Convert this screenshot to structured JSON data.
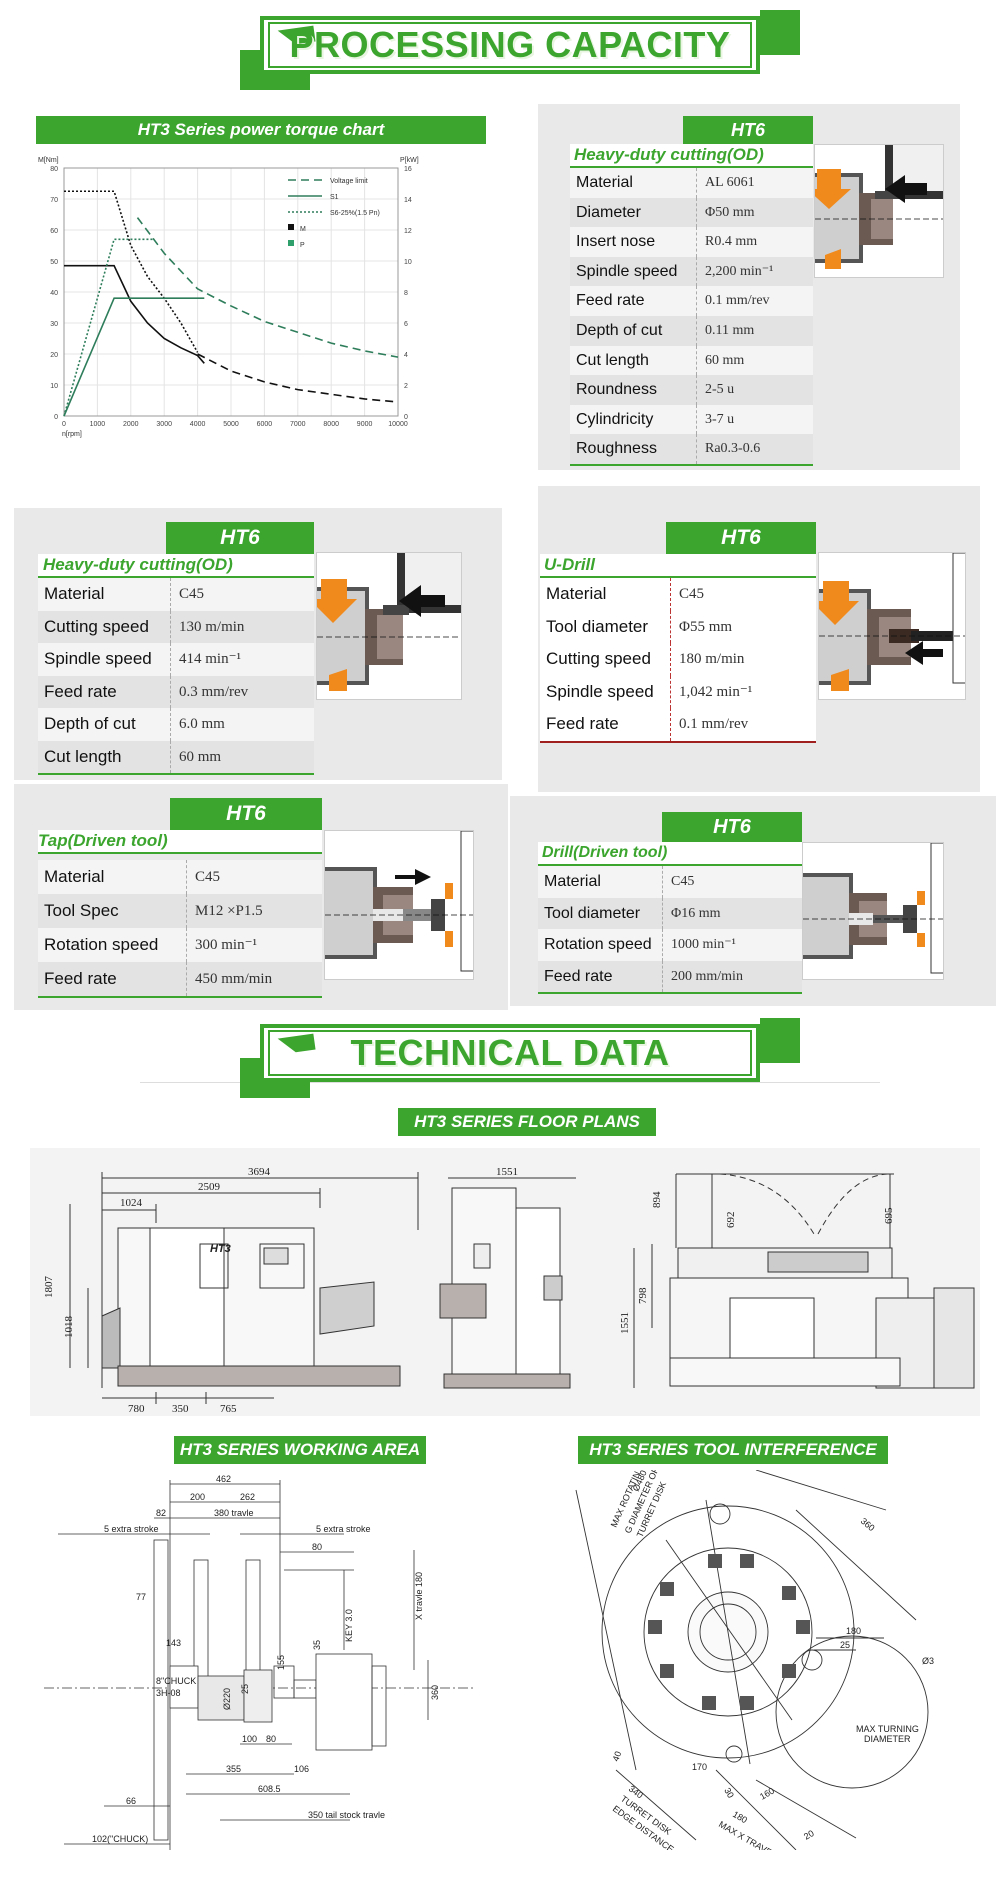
{
  "section1": {
    "title": "PROCESSING CAPACITY"
  },
  "section2": {
    "title": "TECHNICAL DATA"
  },
  "chart_data": {
    "type": "line",
    "title": "HT3 Series power torque chart",
    "xlabel": "n[rpm]",
    "ylabel": "M[Nm]",
    "y2label": "P[kW]",
    "xlim": [
      0,
      10000
    ],
    "ylim": [
      0,
      80
    ],
    "y2lim": [
      0,
      16
    ],
    "x_ticks": [
      "0",
      "1000",
      "2000",
      "3000",
      "4000",
      "5000",
      "6000",
      "7000",
      "8000",
      "9000",
      "10000"
    ],
    "y_ticks": [
      "0",
      "10",
      "20",
      "30",
      "40",
      "50",
      "60",
      "70",
      "80"
    ],
    "y2_ticks": [
      "0",
      "2",
      "4",
      "6",
      "8",
      "10",
      "12",
      "14",
      "16"
    ],
    "grid": true,
    "legend": [
      {
        "label": "Voltage limit",
        "style": "dashed",
        "color": "#2e7d5b"
      },
      {
        "label": "S1",
        "style": "solid",
        "color": "#2e7d5b"
      },
      {
        "label": "S6-25%(1.5 Pn)",
        "style": "dotted",
        "color": "#2e7d5b"
      },
      {
        "label": "M",
        "swatch": "#111111"
      },
      {
        "label": "P",
        "swatch": "#2e9e6b"
      }
    ],
    "series": [
      {
        "x": [
          0,
          1500,
          2000,
          2500,
          3000,
          3500,
          4000,
          4200
        ],
        "y": [
          48.5,
          48.5,
          37,
          30,
          25,
          22,
          19.5,
          17
        ],
        "color": "#111111",
        "dash": "solid",
        "axis": "left"
      },
      {
        "x": [
          4000,
          5000,
          6000,
          7000,
          8000,
          9000,
          10000
        ],
        "y": [
          20,
          14.5,
          11,
          8.5,
          7,
          5.5,
          4.5
        ],
        "color": "#111111",
        "dash": "dashed",
        "axis": "left"
      },
      {
        "x": [
          0,
          1500,
          2000,
          2500,
          3000,
          3500,
          4000
        ],
        "y": [
          72.5,
          72.5,
          55,
          45,
          38,
          30,
          20.5
        ],
        "color": "#111111",
        "dash": "dotted",
        "axis": "left"
      },
      {
        "x": [
          2200,
          3000,
          4000,
          5000,
          6000,
          7000,
          8000,
          9000,
          10000
        ],
        "y": [
          12.8,
          10.5,
          8.2,
          7.1,
          6.1,
          5.4,
          4.7,
          4.2,
          3.8
        ],
        "color": "#2e7d5b",
        "dash": "dashed",
        "axis": "right"
      },
      {
        "x": [
          0,
          1500,
          4200
        ],
        "y": [
          0,
          7.6,
          7.6
        ],
        "color": "#2e7d5b",
        "dash": "solid",
        "axis": "right"
      },
      {
        "x": [
          0,
          1500,
          2700
        ],
        "y": [
          0,
          11.4,
          11.4
        ],
        "color": "#2e7d5b",
        "dash": "dotted",
        "axis": "right"
      }
    ]
  },
  "card1": {
    "model": "HT6",
    "operation": "Heavy-duty cutting(OD)",
    "rows": [
      {
        "k": "Material",
        "v": "AL 6061"
      },
      {
        "k": "Diameter",
        "v": "Φ50 mm"
      },
      {
        "k": "Insert nose",
        "v": "R0.4 mm"
      },
      {
        "k": "Spindle speed",
        "v": "2,200 min⁻¹"
      },
      {
        "k": "Feed rate",
        "v": "0.1 mm/rev"
      },
      {
        "k": "Depth of cut",
        "v": "0.11 mm"
      },
      {
        "k": "Cut length",
        "v": "60 mm"
      },
      {
        "k": "Roundness",
        "v": "2-5 u"
      },
      {
        "k": "Cylindricity",
        "v": "3-7 u"
      },
      {
        "k": "Roughness",
        "v": "Ra0.3-0.6"
      }
    ]
  },
  "card2": {
    "model": "HT6",
    "operation": "Heavy-duty cutting(OD)",
    "rows": [
      {
        "k": "Material",
        "v": "C45"
      },
      {
        "k": "Cutting speed",
        "v": "130 m/min"
      },
      {
        "k": "Spindle speed",
        "v": "414 min⁻¹"
      },
      {
        "k": "Feed rate",
        "v": "0.3 mm/rev"
      },
      {
        "k": "Depth of cut",
        "v": "6.0 mm"
      },
      {
        "k": "Cut length",
        "v": "60 mm"
      }
    ]
  },
  "card3": {
    "model": "HT6",
    "operation": "U-Drill",
    "rows": [
      {
        "k": "Material",
        "v": "C45"
      },
      {
        "k": "Tool diameter",
        "v": "Φ55 mm"
      },
      {
        "k": "Cutting speed",
        "v": "180 m/min"
      },
      {
        "k": "Spindle speed",
        "v": "1,042 min⁻¹"
      },
      {
        "k": "Feed rate",
        "v": "0.1 mm/rev"
      }
    ]
  },
  "card4": {
    "model": "HT6",
    "operation": "Tap(Driven tool)",
    "rows": [
      {
        "k": "Material",
        "v": "C45"
      },
      {
        "k": "Tool Spec",
        "v": "M12 ×P1.5"
      },
      {
        "k": "Rotation speed",
        "v": "300 min⁻¹"
      },
      {
        "k": "Feed rate",
        "v": "450 mm/min"
      }
    ]
  },
  "card5": {
    "model": "HT6",
    "operation": "Drill(Driven tool)",
    "rows": [
      {
        "k": "Material",
        "v": "C45"
      },
      {
        "k": "Tool diameter",
        "v": "Φ16 mm"
      },
      {
        "k": "Rotation speed",
        "v": "1000 min⁻¹"
      },
      {
        "k": "Feed rate",
        "v": "200 mm/min"
      }
    ]
  },
  "floor": {
    "title": "HT3 SERIES FLOOR PLANS",
    "machine_label": "HT3",
    "dims": {
      "d3694": "3694",
      "d2509": "2509",
      "d1024": "1024",
      "d1807": "1807",
      "d1018": "1018",
      "d780": "780",
      "d350": "350",
      "d765": "765",
      "d1551a": "1551",
      "d894": "894",
      "d692": "692",
      "d695": "695",
      "d798": "798",
      "d1551b": "1551"
    }
  },
  "working": {
    "title": "HT3 SERIES WORKING AREA",
    "dims": {
      "d462": "462",
      "d200": "200",
      "d262": "262",
      "d82": "82",
      "d380": "380 travle",
      "extra1": "5  extra stroke",
      "extra2": "5  extra stroke",
      "d80a": "80",
      "xtravle": "X travle 180",
      "d77": "77",
      "key": "KEY 3.0",
      "d35": "35",
      "d143": "143",
      "d360": "360",
      "d155": "155",
      "chuck": "8\"CHUCK",
      "chuck2": "3H-08",
      "d220": "Ø220",
      "d25": "25",
      "d100": "100",
      "d80b": "80",
      "d355": "355",
      "d106": "106",
      "d608": "608.5",
      "d66": "66",
      "tail": "350 tail stock travle",
      "d102": "102(\"CHUCK)"
    }
  },
  "interf": {
    "title": "HT3 SERIES TOOL INTERFERENCE",
    "dims": {
      "rot": "MAX ROTATIN",
      "dia": "G DIAMETER OF",
      "turret": "TURRET DISK",
      "d480": "Ø480",
      "d360": "360",
      "d180a": "180",
      "d25": "25",
      "maxturn": "MAX TURNING",
      "diameter": "DIAMETER",
      "d40": "40",
      "d340": "340",
      "disk": "TURRET DISK",
      "edge": "EDGE DISTANCE",
      "d170": "170",
      "d30": "30",
      "d160": "160",
      "d180b": "180",
      "maxx": "MAX X TRAVEL",
      "d20": "20",
      "phi": "Ø3"
    }
  }
}
